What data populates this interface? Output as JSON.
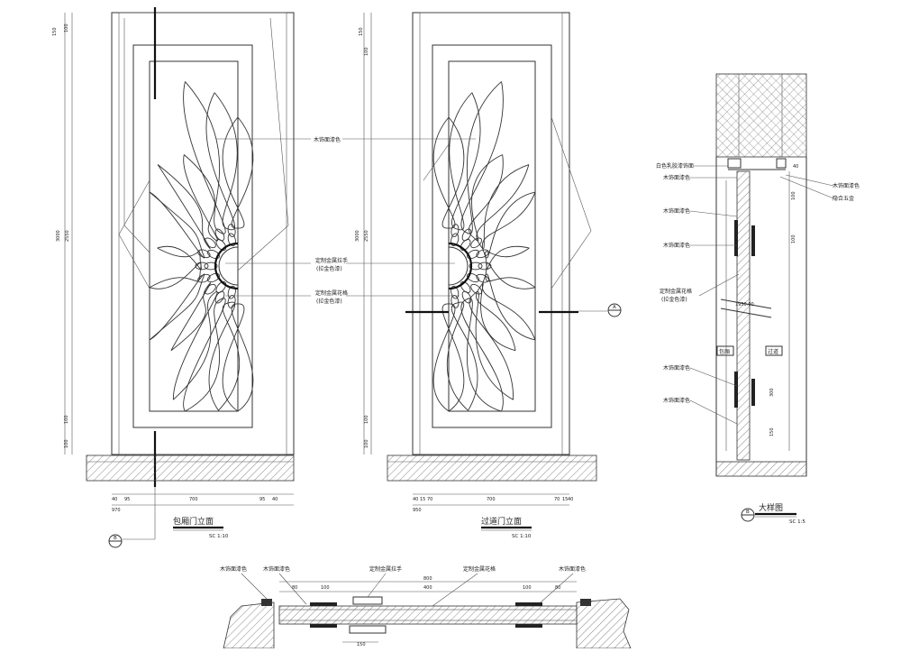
{
  "labels": {
    "wood_veneer": "木饰面漆色",
    "handle": "定制金属拉手",
    "handle_sub": "(拉金色漆)",
    "metal_strip": "定制金属花格",
    "metal_strip_sub": "(拉金色漆)",
    "latex_paint": "白色乳胶漆饰面",
    "hinge": "隐合五金",
    "side_left": "包厢",
    "side_right": "过道"
  },
  "titles": {
    "left": "包厢门立面",
    "middle": "过道门立面",
    "detail": "大样图",
    "scale_10": "SC 1:10",
    "scale_5": "SC 1:5"
  },
  "markers": {
    "section_a": "A",
    "section_b": "B"
  },
  "dims": {
    "left_top": [
      "150",
      "100"
    ],
    "left_total": "3000",
    "left_inner": "2550",
    "left_bottom": [
      "100",
      "100"
    ],
    "left_bottom_row": [
      "40",
      "95",
      "700",
      "95",
      "40"
    ],
    "left_bottom_total": "970",
    "mid_top": [
      "150",
      "100"
    ],
    "mid_total": "3000",
    "mid_inner": "2550",
    "mid_bottom": [
      "100",
      "100"
    ],
    "mid_bottom_row": [
      "40",
      "15",
      "70",
      "700",
      "70",
      "15",
      "40"
    ],
    "mid_bottom_total": "950",
    "det_top": "40",
    "det_right_1": "100",
    "det_right_2": "100",
    "det_right_3": "300",
    "det_right_4": "150",
    "det_center": "1950.00",
    "plan_top": "800",
    "plan_row": [
      "80",
      "100",
      "400",
      "100",
      "80"
    ],
    "plan_bottom": "150"
  }
}
